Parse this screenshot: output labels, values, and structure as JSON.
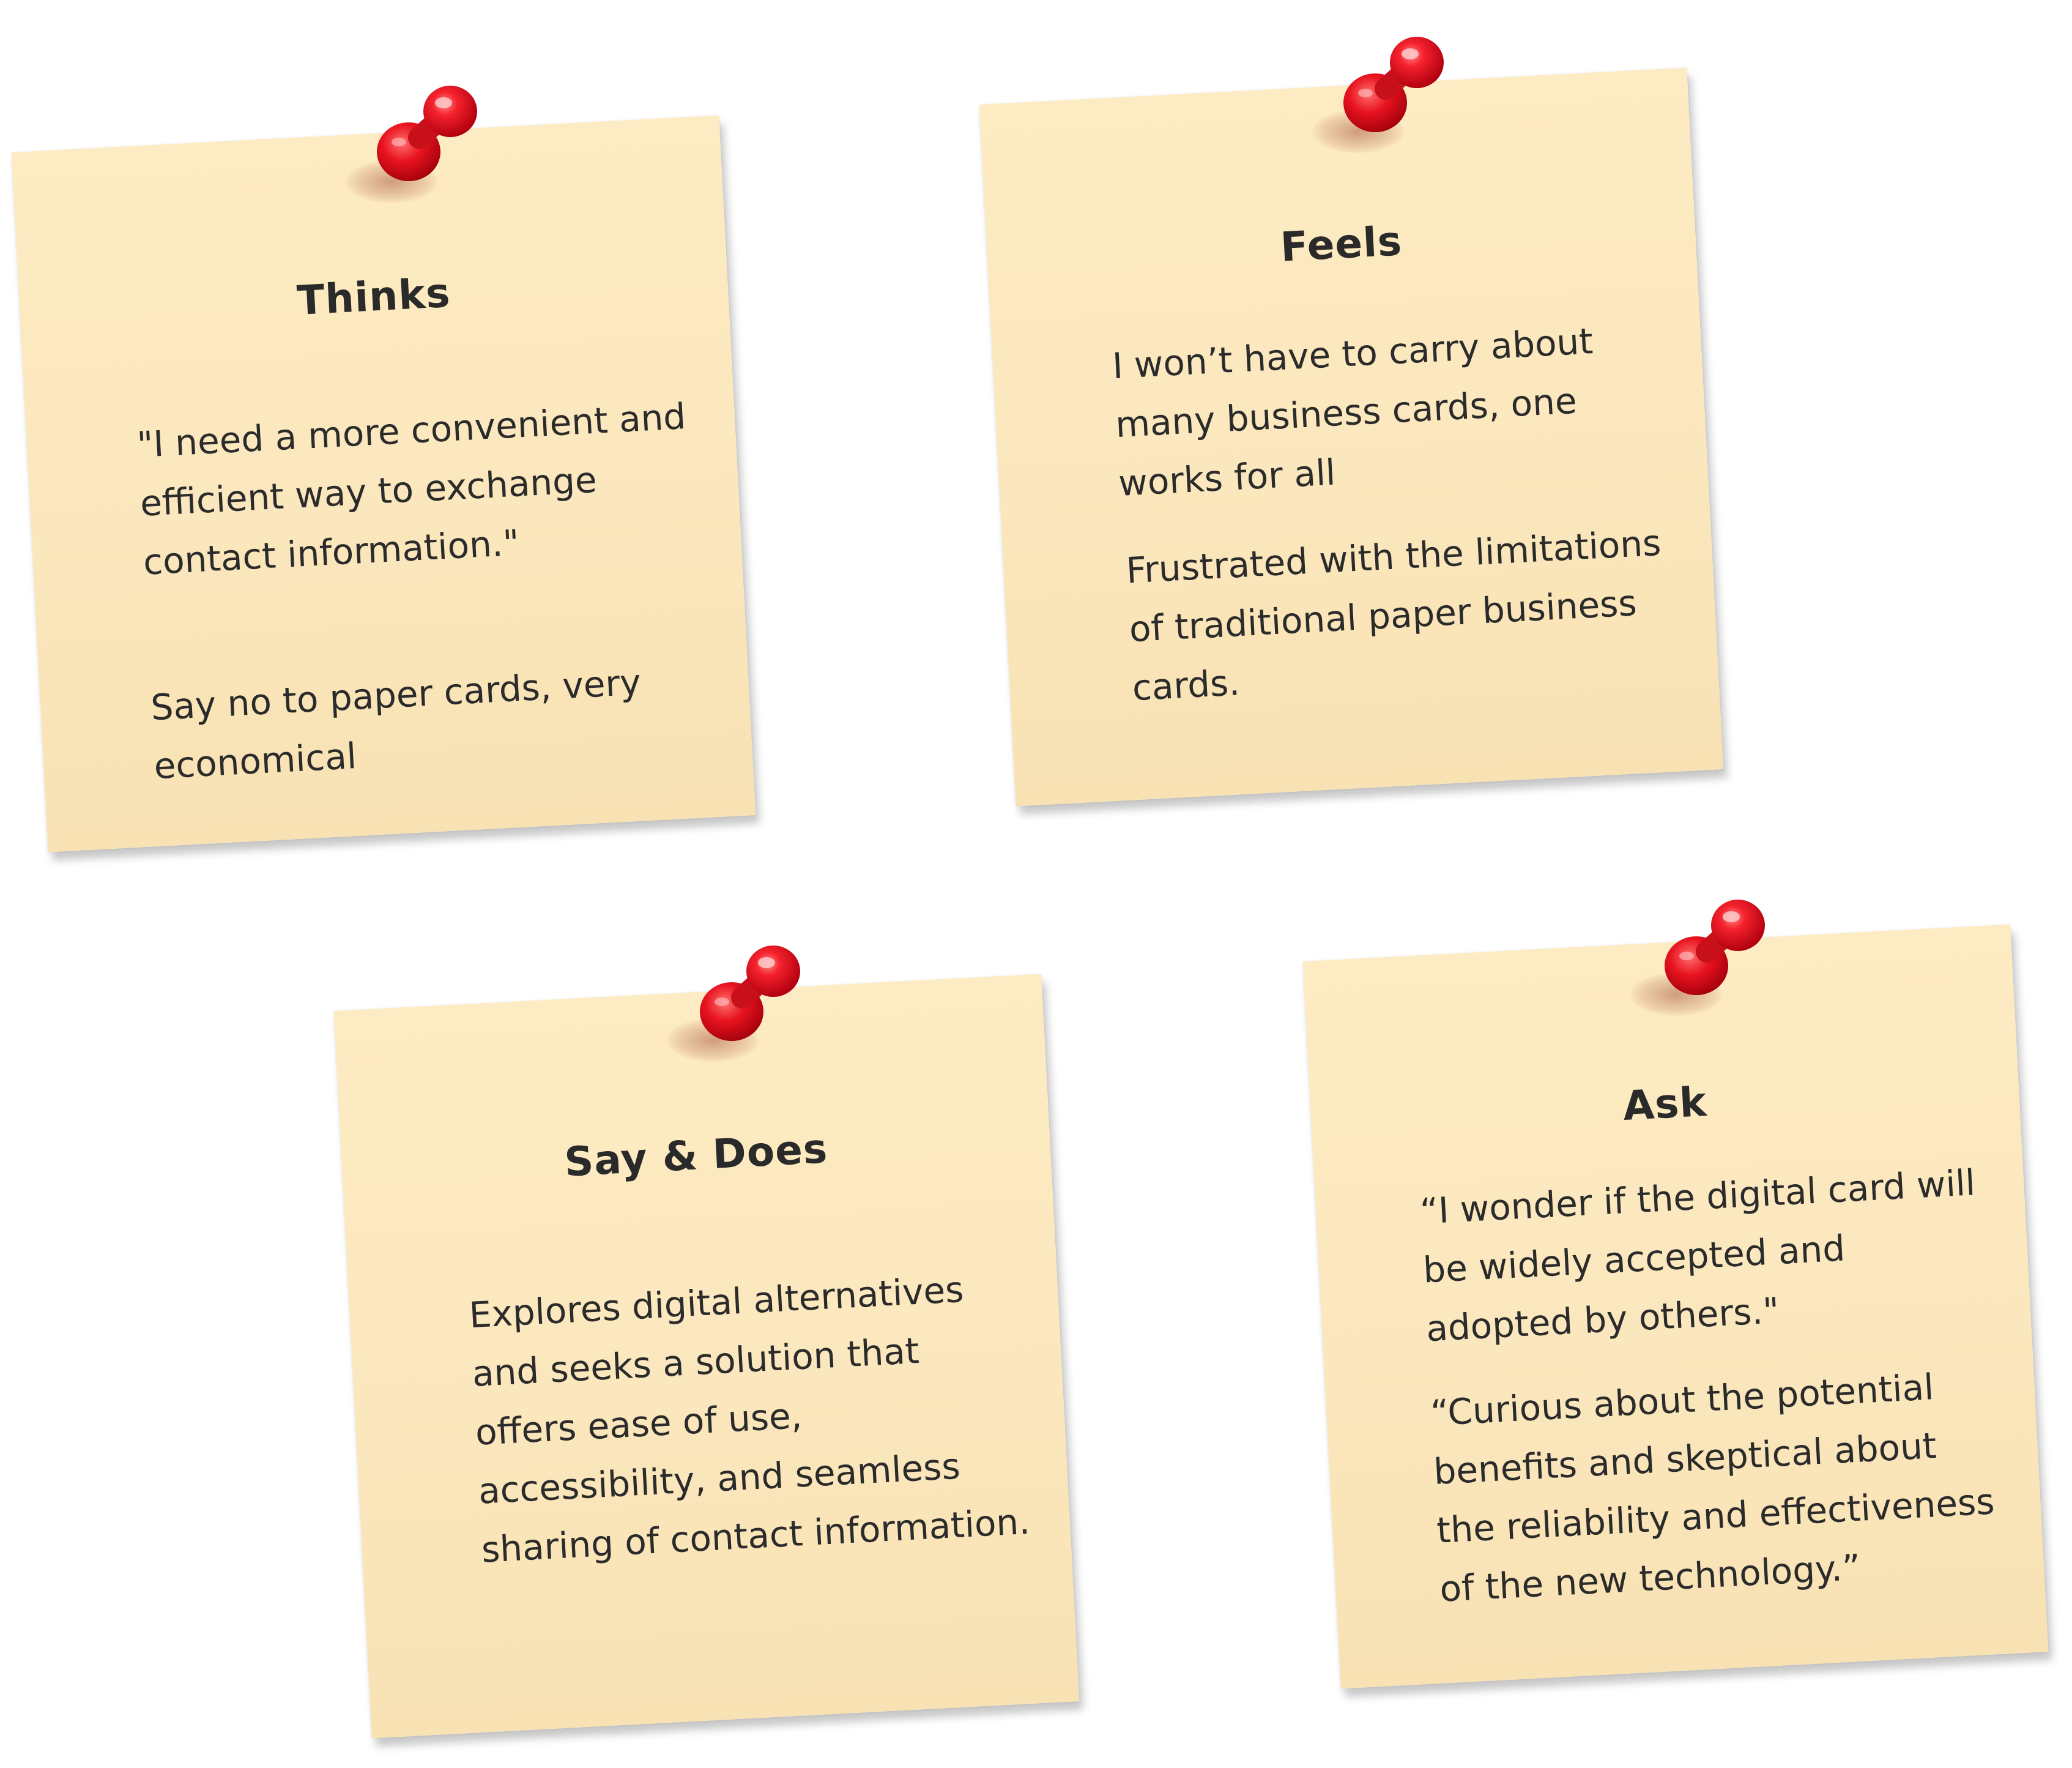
{
  "notes": {
    "thinks": {
      "title": "Thinks",
      "paragraphs": [
        "\"I need a more convenient and efficient way to exchange contact information.\"",
        "Say no to paper cards, very economical"
      ]
    },
    "feels": {
      "title": "Feels",
      "paragraphs": [
        "I won’t have to carry about many business cards, one works for all",
        "Frustrated with the limitations of traditional paper business cards."
      ]
    },
    "say_does": {
      "title": "Say & Does",
      "paragraphs": [
        "Explores digital alternatives and seeks a solution that offers ease of use, accessibility, and seamless sharing of contact information."
      ]
    },
    "ask": {
      "title": "Ask",
      "paragraphs": [
        "“I wonder if the digital card will be widely accepted and adopted by others.\"",
        "“Curious about the potential benefits and skeptical about the reliability and effectiveness of the new technology.”"
      ]
    }
  },
  "colors": {
    "note_paper": "#fbe7bd",
    "text": "#2b2b2b",
    "pin_red": "#e8131f",
    "background": "#ffffff"
  },
  "icons": {
    "pin": "push-pin-icon"
  }
}
